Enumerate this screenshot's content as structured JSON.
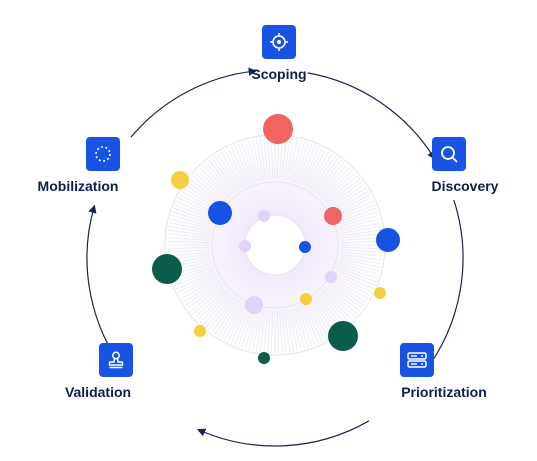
{
  "colors": {
    "icon_bg": "#1754e3",
    "label": "#0f1d4d",
    "arrow": "#1b2358",
    "red": "#f26461",
    "blue": "#1754e3",
    "green": "#0b5c4a",
    "yellow": "#f5cf3f",
    "lavender": "#e3d2f7"
  },
  "stages": [
    {
      "id": "scoping",
      "label": "Scoping",
      "icon": "crosshair-icon"
    },
    {
      "id": "discovery",
      "label": "Discovery",
      "icon": "search-icon"
    },
    {
      "id": "prioritization",
      "label": "Prioritization",
      "icon": "server-stack-icon"
    },
    {
      "id": "validation",
      "label": "Validation",
      "icon": "stamp-icon"
    },
    {
      "id": "mobilization",
      "label": "Mobilization",
      "icon": "dashed-circle-icon"
    }
  ]
}
